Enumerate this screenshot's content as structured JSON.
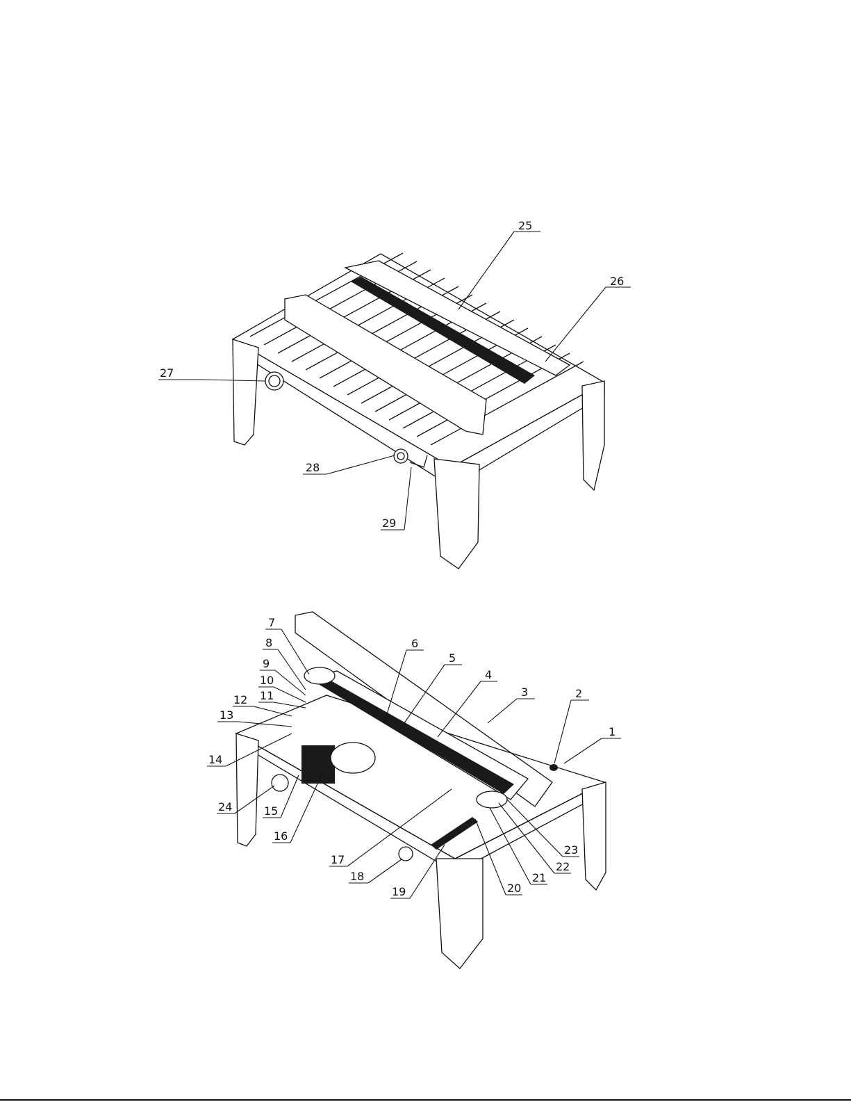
{
  "figures": [
    {
      "id": "top-view",
      "callouts": [
        {
          "label": "25"
        },
        {
          "label": "26"
        },
        {
          "label": "27"
        },
        {
          "label": "28"
        },
        {
          "label": "29"
        }
      ]
    },
    {
      "id": "bottom-view",
      "callouts": [
        {
          "label": "1"
        },
        {
          "label": "2"
        },
        {
          "label": "3"
        },
        {
          "label": "4"
        },
        {
          "label": "5"
        },
        {
          "label": "6"
        },
        {
          "label": "7"
        },
        {
          "label": "8"
        },
        {
          "label": "9"
        },
        {
          "label": "10"
        },
        {
          "label": "11"
        },
        {
          "label": "12"
        },
        {
          "label": "13"
        },
        {
          "label": "14"
        },
        {
          "label": "15"
        },
        {
          "label": "16"
        },
        {
          "label": "17"
        },
        {
          "label": "18"
        },
        {
          "label": "19"
        },
        {
          "label": "20"
        },
        {
          "label": "21"
        },
        {
          "label": "22"
        },
        {
          "label": "23"
        },
        {
          "label": "24"
        }
      ]
    }
  ],
  "colors": {
    "line": "#111111",
    "background": "#ffffff"
  }
}
